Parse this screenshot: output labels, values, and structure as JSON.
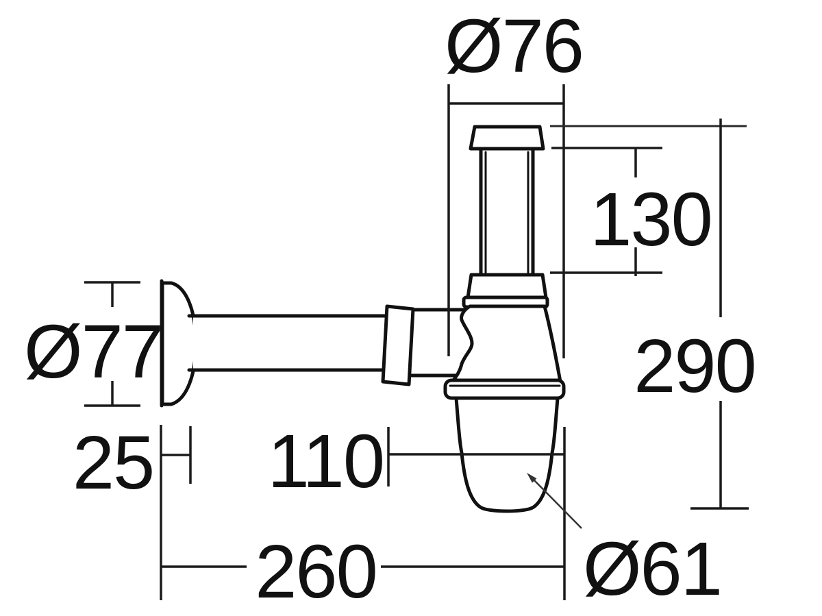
{
  "figure": {
    "kind": "technical-dimension-drawing",
    "subject": "wall-mounted bottle trap siphon, side view"
  },
  "colors": {
    "background": "#ffffff",
    "line": "#111111"
  },
  "dimensions": {
    "top_diameter": {
      "label": "Ø76"
    },
    "inlet_pipe_length": {
      "label": "130"
    },
    "overall_height": {
      "label": "290"
    },
    "flange_diameter": {
      "label": "Ø77"
    },
    "flange_depth": {
      "label": "25"
    },
    "body_width": {
      "label": "110"
    },
    "wall_to_body": {
      "label": "260"
    },
    "cup_diameter": {
      "label": "Ø61"
    }
  }
}
